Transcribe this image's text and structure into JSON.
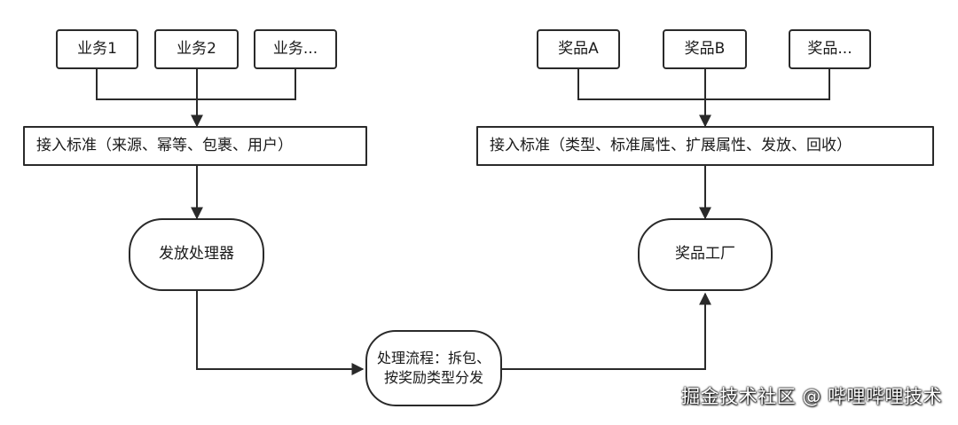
{
  "left": {
    "businesses": [
      "业务1",
      "业务2",
      "业务..."
    ],
    "access_standard": "接入标准（来源、幂等、包裹、用户）",
    "processor": "发放处理器"
  },
  "right": {
    "prizes": [
      "奖品A",
      "奖品B",
      "奖品..."
    ],
    "access_standard": "接入标准（类型、标准属性、扩展属性、发放、回收）",
    "factory": "奖品工厂"
  },
  "flow": {
    "process": "处理流程：拆包、按奖励类型分发"
  },
  "watermark": "掘金技术社区 @ 哔哩哔哩技术"
}
